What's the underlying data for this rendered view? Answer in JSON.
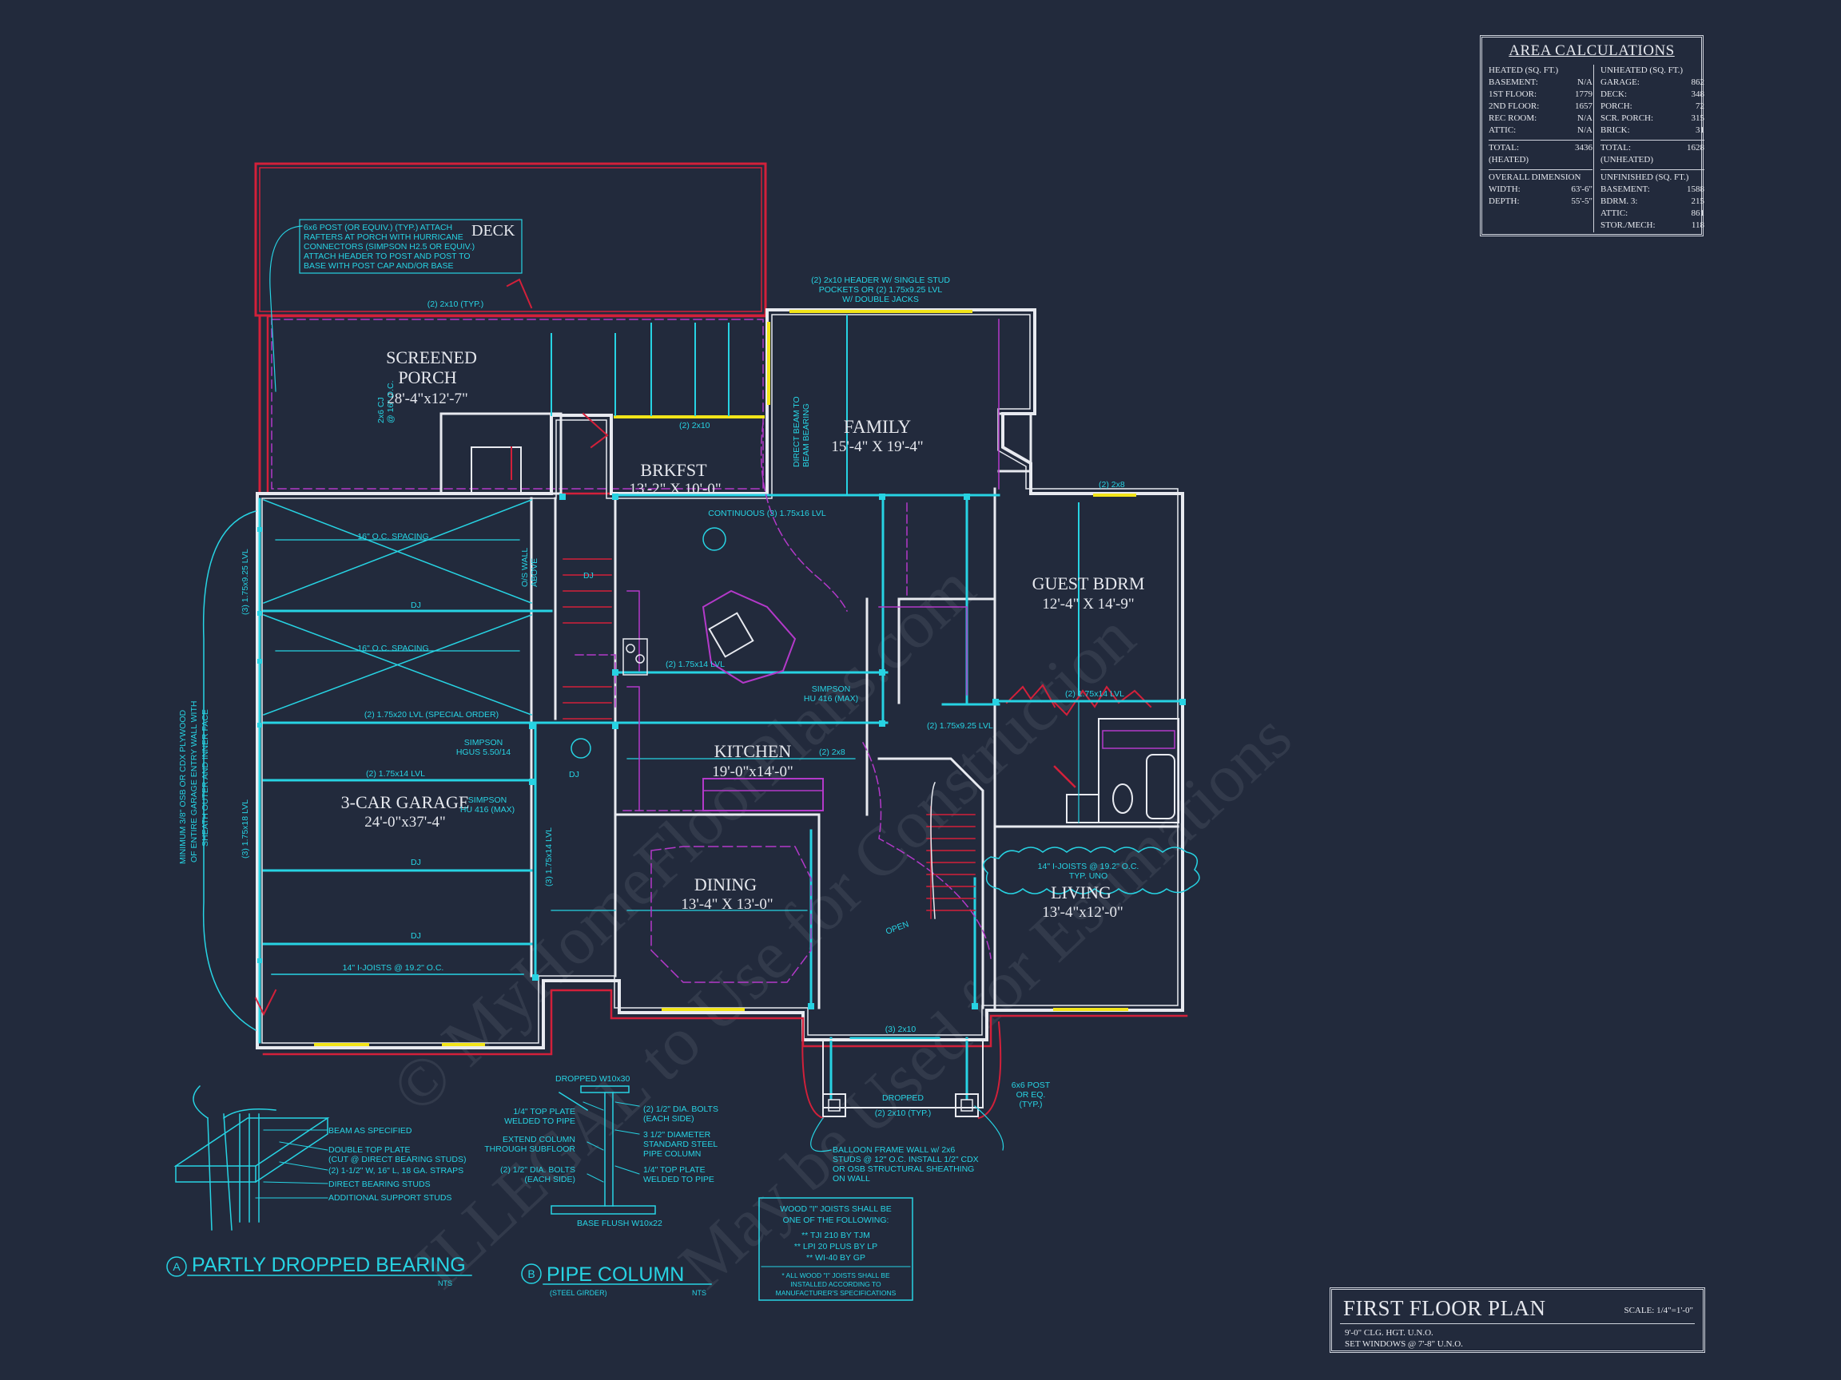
{
  "watermark": {
    "line1": "© MyHomeFloorPlans.com",
    "line2": "ILLEGAL to Use for Construction",
    "line3": "May be Used for Estimations"
  },
  "area_calc": {
    "title": "AREA CALCULATIONS",
    "heated_header": "HEATED (SQ. FT.)",
    "unheated_header": "UNHEATED (SQ. FT.)",
    "heated": [
      {
        "label": "BASEMENT:",
        "value": "N/A"
      },
      {
        "label": "1ST FLOOR:",
        "value": "1779"
      },
      {
        "label": "2ND FLOOR:",
        "value": "1657"
      },
      {
        "label": "REC ROOM:",
        "value": "N/A"
      },
      {
        "label": "ATTIC:",
        "value": "N/A"
      }
    ],
    "unheated": [
      {
        "label": "GARAGE:",
        "value": "862"
      },
      {
        "label": "DECK:",
        "value": "348"
      },
      {
        "label": "PORCH:",
        "value": "72"
      },
      {
        "label": "SCR. PORCH:",
        "value": "315"
      },
      {
        "label": "BRICK:",
        "value": "31"
      }
    ],
    "heated_total_label": "TOTAL:",
    "heated_total_sub": "(HEATED)",
    "heated_total": "3436",
    "unheated_total_label": "TOTAL:",
    "unheated_total_sub": "(UNHEATED)",
    "unheated_total": "1628",
    "overall_header": "OVERALL DIMENSION",
    "width_label": "WIDTH:",
    "width": "63'-6\"",
    "depth_label": "DEPTH:",
    "depth": "55'-5\"",
    "unfinished_header": "UNFINISHED (SQ. FT.)",
    "unfinished": [
      {
        "label": "BASEMENT:",
        "value": "1588"
      },
      {
        "label": "BDRM. 3:",
        "value": "215"
      },
      {
        "label": "ATTIC:",
        "value": "861"
      },
      {
        "label": "STOR./MECH:",
        "value": "118"
      }
    ]
  },
  "title_block": {
    "title": "FIRST FLOOR PLAN",
    "scale": "SCALE: 1/4\"=1'-0\"",
    "note1": "9'-0\" CLG. HGT. U.N.O.",
    "note2": "SET WINDOWS @ 7'-8\" U.N.O."
  },
  "rooms": [
    {
      "name": "DECK",
      "dims": ""
    },
    {
      "name": "SCREENED",
      "name2": "PORCH",
      "dims": "28'-4\"x12'-7\""
    },
    {
      "name": "BRKFST",
      "dims": "13'-2\" X 10'-0\""
    },
    {
      "name": "FAMILY",
      "dims": "15'-4\" X 19'-4\""
    },
    {
      "name": "GUEST BDRM",
      "dims": "12'-4\" X 14'-9\""
    },
    {
      "name": "KITCHEN",
      "dims": "19'-0\"x14'-0\""
    },
    {
      "name": "3-CAR GARAGE",
      "dims": "24'-0\"x37'-4\""
    },
    {
      "name": "DINING",
      "dims": "13'-4\" X 13'-0\""
    },
    {
      "name": "LIVING",
      "dims": "13'-4\"x12'-0\""
    }
  ],
  "notes": {
    "deck_note": [
      "6x6 POST (OR EQUIV.) (TYP.) ATTACH",
      "RAFTERS AT PORCH WITH HURRICANE",
      "CONNECTORS (SIMPSON H2.5 OR EQUIV.)",
      "ATTACH HEADER TO POST AND POST TO",
      "BASE WITH POST CAP AND/OR BASE"
    ],
    "header_note": [
      "(2) 2x10 HEADER W/ SINGLE STUD",
      "POCKETS OR (2) 1.75x9.25 LVL",
      "W/ DOUBLE JACKS"
    ],
    "typ_2x10": "(2) 2x10 (TYP.)",
    "sheath": [
      "SHEATH OUTER AND INNER FACE",
      "OF ENTIRE GARAGE ENTRY WALL WITH",
      "MINIMUM 3/8\" OSB OR CDX PLYWOOD"
    ],
    "spacing1": "16\" O.C. SPACING",
    "spacing2": "16\" O.C. SPACING",
    "lvl_special": "(2) 1.75x20 LVL (SPECIAL ORDER)",
    "lvl_1_75x14": "(2) 1.75x14 LVL",
    "ijoist_garage": "14\" I-JOISTS @ 19.2\" O.C.",
    "ijoist_living": [
      "14\" I-JOISTS @ 19.2\" O.C.",
      "TYP. UNO"
    ],
    "continuous": "CONTINUOUS (3) 1.75x16 LVL",
    "simpson_hu": [
      "SIMPSON",
      "HU 416 (MAX)"
    ],
    "simpson_hgus": [
      "SIMPSON",
      "HGUS 5.50/14"
    ],
    "dropped": "DROPPED",
    "typ_2x10_front": "(2) 2x10 (TYP.)",
    "front_2x10": "(3) 2x10",
    "post_note": [
      "6x6 POST",
      "OR EQ.",
      "(TYP.)"
    ],
    "balloon": [
      "BALLOON FRAME WALL w/ 2x6",
      "STUDS @ 12\" O.C. INSTALL 1/2\" CDX",
      "OR OSB STRUCTURAL SHEATHING",
      "ON WALL"
    ],
    "open": "OPEN",
    "dj": "DJ",
    "ow_wall": [
      "O/S WALL",
      "ABOVE"
    ],
    "cj_16": [
      "2x6 CJ",
      "@ 16\" O.C."
    ],
    "direct_beam": [
      "DIRECT BEAM TO",
      "BEAM BEARING"
    ],
    "lvl_side": "(3) 1.75x9.25 LVL",
    "lvl_garage2": "(3) 1.75x18 LVL",
    "lvl_garage3": "(3) 1.75x14 LVL",
    "lvl_929": "(2) 1.75x9.25 LVL",
    "two_x8": "(2) 2x8",
    "two_x8_b": "(2) 2x8",
    "two_x10_b": "(2) 2x10",
    "two_x10_c": "(2) 2x10"
  },
  "detail_a": {
    "marker": "A",
    "title": "PARTLY DROPPED BEARING",
    "nts": "NTS",
    "callouts": [
      "BEAM AS SPECIFIED",
      "DOUBLE TOP PLATE",
      "(CUT @ DIRECT BEARING STUDS)",
      "(2) 1-1/2\" W, 16\" L, 18 GA. STRAPS",
      "DIRECT BEARING STUDS",
      "ADDITIONAL SUPPORT STUDS"
    ]
  },
  "detail_b": {
    "marker": "B",
    "title": "PIPE COLUMN",
    "sub": "(STEEL GIRDER)",
    "nts": "NTS",
    "top": "DROPPED W10x30",
    "base": "BASE FLUSH W10x22",
    "callouts_left": [
      "1/4\" TOP PLATE",
      "WELDED TO PIPE",
      "EXTEND COLUMN",
      "THROUGH SUBFLOOR",
      "(2) 1/2\" DIA. BOLTS",
      "(EACH SIDE)"
    ],
    "callouts_right": [
      "(2) 1/2\" DIA. BOLTS",
      "(EACH SIDE)",
      "3 1/2\" DIAMETER",
      "STANDARD STEEL",
      "PIPE COLUMN",
      "1/4\" TOP PLATE",
      "WELDED TO PIPE"
    ]
  },
  "joist_box": {
    "line1": "WOOD \"I\" JOISTS SHALL BE",
    "line2": "ONE OF THE FOLLOWING:",
    "items": [
      "** TJI 210 BY TJM",
      "** LPI 20 PLUS BY LP",
      "** WI-40 BY GP"
    ],
    "note": [
      "* ALL WOOD \"I\" JOISTS SHALL BE",
      "INSTALLED ACCORDING TO",
      "MANUFACTURER'S SPECIFICATIONS"
    ]
  },
  "colors": {
    "background": "#222a3c",
    "wall": "#e8eaf0",
    "cyan": "#27d3e3",
    "red": "#d3203a",
    "magenta": "#b339c9",
    "yellow": "#f2e419"
  }
}
